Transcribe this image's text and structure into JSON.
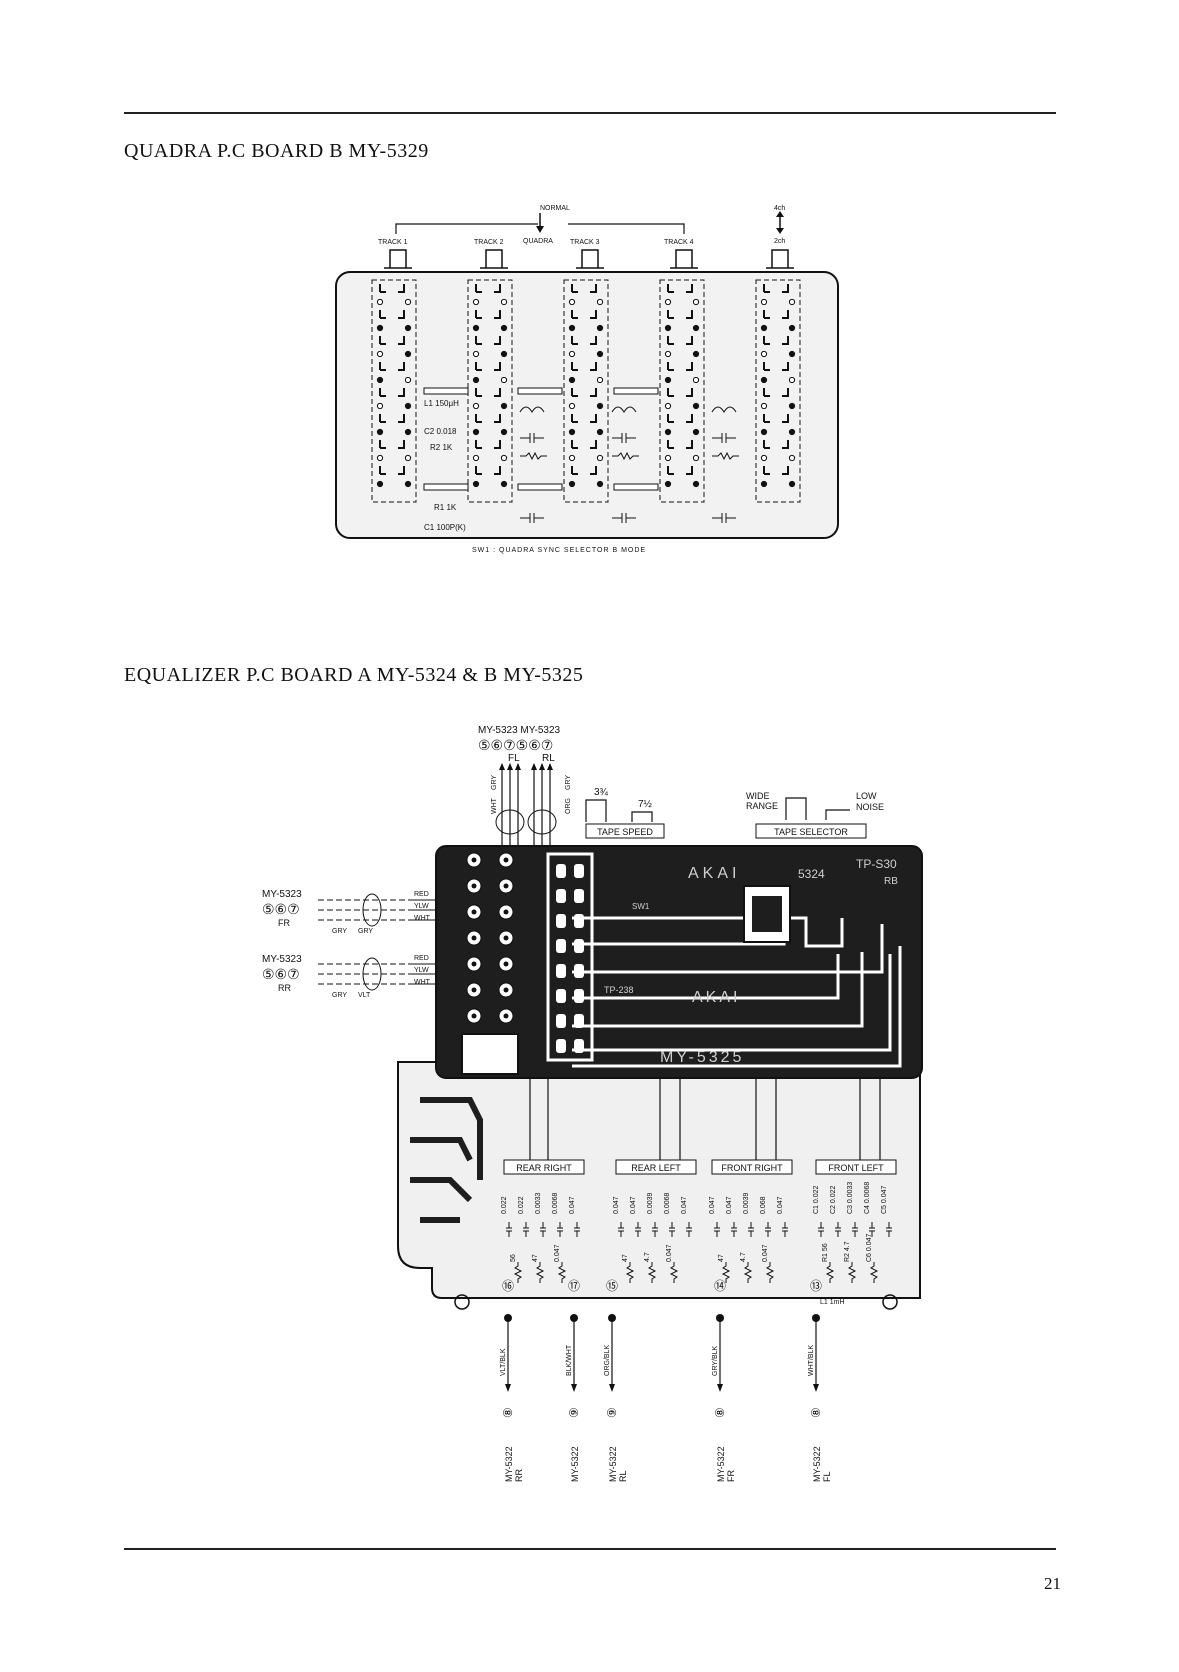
{
  "page": {
    "number": "21"
  },
  "sections": [
    {
      "title": "QUADRA P.C BOARD B  MY-5329"
    },
    {
      "title": "EQUALIZER P.C BOARD A  MY-5324  &  B  MY-5325"
    }
  ],
  "quadra": {
    "top_labels": {
      "normal": "NORMAL",
      "quadra": "QUADRA",
      "ch4": "4ch",
      "ch2": "2ch",
      "tracks": [
        "TRACK 1",
        "TRACK 2",
        "TRACK 3",
        "TRACK 4"
      ]
    },
    "components": {
      "l1": "L1 150μH",
      "c2": "C2 0.018",
      "r2": "R2 1K",
      "r1": "R1 1K",
      "c1": "C1 100P(K)"
    },
    "caption": "SW1 : QUADRA SYNC SELECTOR  B  MODE"
  },
  "equalizer": {
    "top_connector": {
      "label": "MY-5323  MY-5323",
      "pins": "⑤⑥⑦⑤⑥⑦",
      "fl": "FL",
      "rl": "RL"
    },
    "left_wires": [
      "WHT",
      "GRY",
      "GRY",
      "ORG"
    ],
    "tape_speed": {
      "opt1": "3¾",
      "opt2": "7½",
      "label": "TAPE SPEED"
    },
    "tape_selector": {
      "wide": "WIDE",
      "range": "RANGE",
      "low": "LOW",
      "noise": "NOISE",
      "label": "TAPE   SELECTOR"
    },
    "side_connectors": [
      {
        "model": "MY-5323",
        "pins": "⑤⑥⑦",
        "ch": "FR",
        "wires": [
          "RED",
          "YLW",
          "WHT"
        ],
        "bottom": [
          "GRY",
          "GRY"
        ]
      },
      {
        "model": "MY-5323",
        "pins": "⑤⑥⑦",
        "ch": "RR",
        "wires": [
          "RED",
          "YLW",
          "WHT"
        ],
        "bottom": [
          "GRY",
          "VLT"
        ]
      }
    ],
    "board_marks": {
      "tp": "TP-S30",
      "rb": "RB",
      "akai": "AKAI",
      "model": "MY-5325",
      "num": "5324",
      "sw": "SW1",
      "ref": "TP-238"
    },
    "channel_boxes": [
      "REAR RIGHT",
      "REAR LEFT",
      "FRONT  RIGHT",
      "FRONT LEFT"
    ],
    "caps": [
      [
        "0.022",
        "0.022",
        "0.0033",
        "0.0068",
        "0.047"
      ],
      [
        "0.047",
        "0.047",
        "0.0039",
        "0.0068",
        "0.047"
      ],
      [
        "0.047",
        "0.047",
        "0.0039",
        "0.068",
        "0.047"
      ],
      [
        "C1 0.022",
        "C2 0.022",
        "C3 0.0033",
        "C4 0.0068",
        "C5 0.047"
      ]
    ],
    "res": [
      [
        "56",
        "47",
        "0.047"
      ],
      [
        "47",
        "4.7",
        "0.047"
      ],
      [
        "47",
        "4.7",
        "0.047"
      ],
      [
        "R1 56",
        "R2 4.7",
        "C6 0.047"
      ]
    ],
    "l1": "L1 1mH",
    "bottom_nums": [
      "⑯",
      "⑰",
      "⑮",
      "⑭",
      "⑬"
    ],
    "outputs": [
      {
        "wire": "VLT/BLK",
        "model": "MY-5322",
        "pin": "⑧",
        "ch": "RR"
      },
      {
        "wire": "BLK/WHT",
        "model": "MY-5322",
        "pin": "⑨",
        "ch": ""
      },
      {
        "wire": "ORG/BLK",
        "model": "MY-5322",
        "pin": "⑨",
        "ch": "RL"
      },
      {
        "wire": "GRY/BLK",
        "model": "MY-5322",
        "pin": "⑧",
        "ch": "FR"
      },
      {
        "wire": "WHT/BLK",
        "model": "MY-5322",
        "pin": "⑧",
        "ch": "FL"
      }
    ]
  }
}
